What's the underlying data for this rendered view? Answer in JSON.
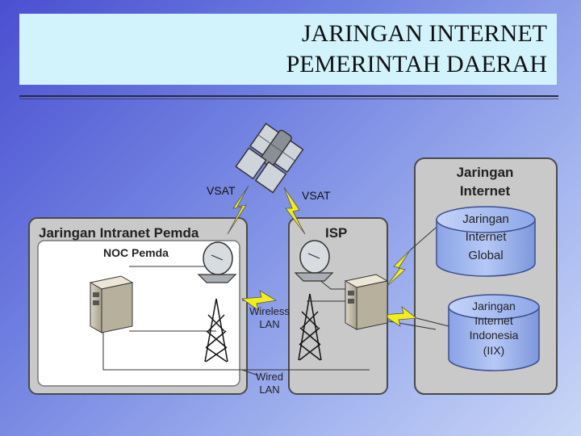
{
  "title": {
    "line1": "JARINGAN INTERNET",
    "line2": "PEMERINTAH DAERAH"
  },
  "diagram": {
    "intranet_label": "Jaringan Intranet Pemda",
    "noc_label": "NOC Pemda",
    "isp_label": "ISP",
    "internet_label_1": "Jaringan",
    "internet_label_2": "Internet",
    "vsat_left": "VSAT",
    "vsat_right": "VSAT",
    "wireless_1": "Wireless",
    "wireless_2": "LAN",
    "wired_1": "Wired",
    "wired_2": "LAN",
    "global_1": "Jaringan",
    "global_2": "Internet",
    "global_3": "Global",
    "iix_1": "Jaringan",
    "iix_2": "Internet",
    "iix_3": "Indonesia",
    "iix_4": "(IIX)"
  },
  "colors": {
    "panel": "#c9c9c9",
    "panel_border": "#4a4a4a",
    "title_bg": "#d2f3fb",
    "lightning": "#f2ee1a",
    "cylinder": "#9fb6f0"
  }
}
